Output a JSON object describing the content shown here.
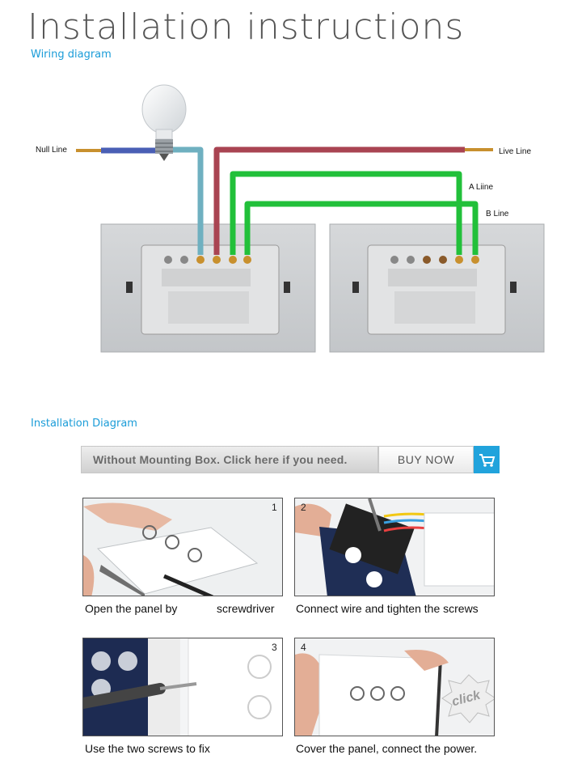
{
  "header": {
    "title": "Installation instructions",
    "wiring_subtitle": "Wiring diagram",
    "installation_subtitle": "Installation Diagram"
  },
  "wiring": {
    "labels": {
      "null_line": "Null Line",
      "live_line": "Live Line",
      "a_line": "A Liine",
      "b_line": "B Line"
    },
    "colors": {
      "null_wire": "#4a5fb5",
      "live_wire": "#a94452",
      "a_wire": "#22c03a",
      "b_wire": "#22c03a",
      "lamp_wire": "#6fb0c0",
      "copper": "#c8902e"
    }
  },
  "purchase_bar": {
    "message": "Without Mounting Box. Click here if you need.",
    "button_label": "BUY NOW",
    "icon": "cart-icon",
    "accent_color": "#21a3dc"
  },
  "steps": [
    {
      "number": "1",
      "caption_left": "Open the panel by",
      "caption_right": "screwdriver"
    },
    {
      "number": "2",
      "caption": "Connect wire and tighten the screws"
    },
    {
      "number": "3",
      "caption": "Use the two screws to fix"
    },
    {
      "number": "4",
      "caption": "Cover the panel, connect the power.",
      "badge": "click"
    }
  ]
}
